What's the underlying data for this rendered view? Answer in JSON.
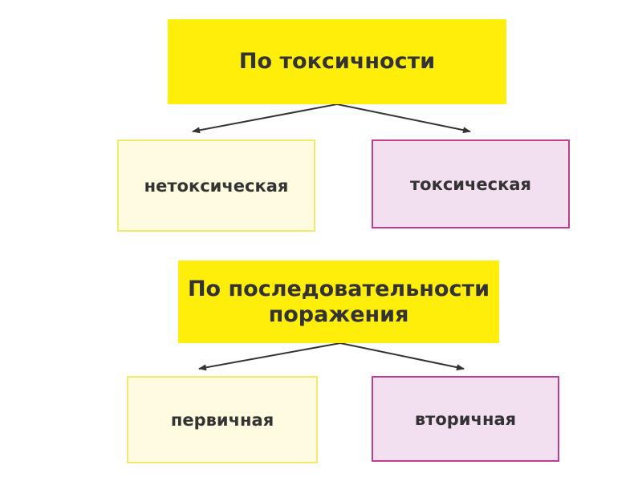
{
  "diagram": {
    "groups": [
      {
        "header": "По токсичности",
        "left": "нетоксическая",
        "right": "токсическая"
      },
      {
        "header": "По последовательности\nпоражения",
        "left": "первичная",
        "right": "вторичная"
      }
    ],
    "colors": {
      "header_fill": "#ffee0a",
      "left_fill": "#fffbe1",
      "left_border": "#f1ea6a",
      "right_fill": "#f2dff0",
      "right_border": "#c33d8e",
      "arrow": "#333333",
      "text": "#333333"
    }
  }
}
